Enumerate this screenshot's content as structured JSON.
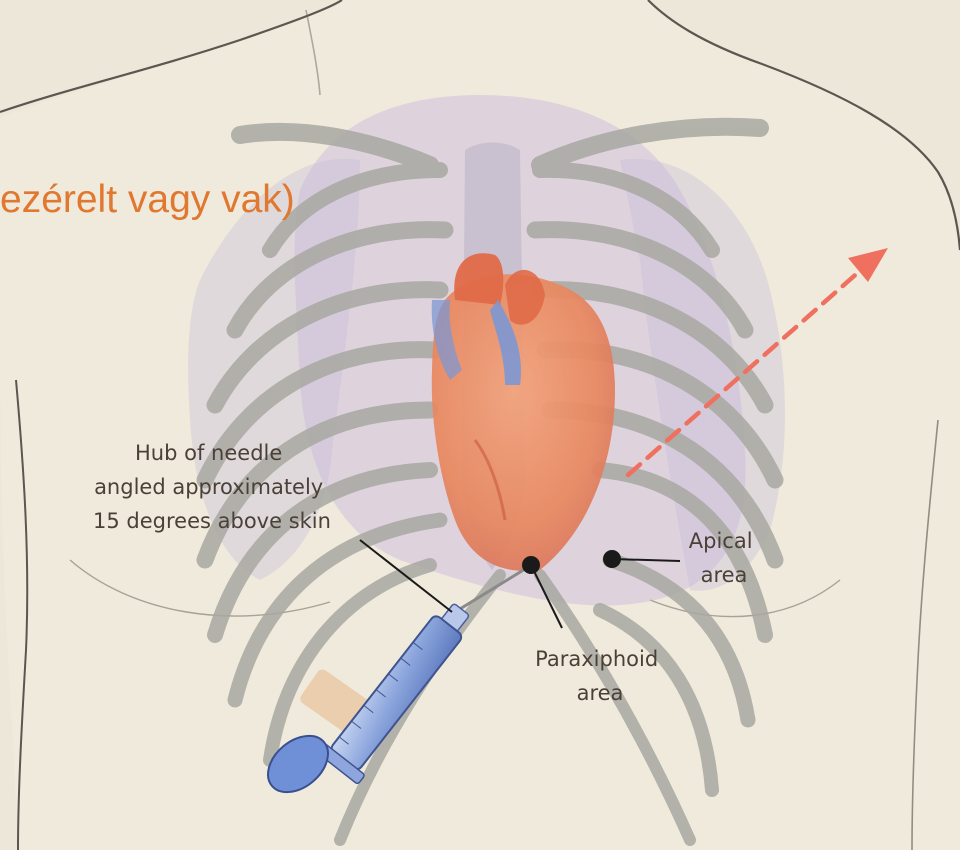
{
  "overlay_title": "ezérelt vagy vak)",
  "labels": {
    "hub": [
      "Hub of needle",
      "angled approximately",
      "15 degrees above skin"
    ],
    "apical": [
      "Apical",
      "area"
    ],
    "paraxiphoid": [
      "Paraxiphoid",
      "area"
    ]
  },
  "colors": {
    "background": "#ece7d8",
    "skin_outline": "#5c5650",
    "ribs": "#a8a8a2",
    "pericardium": "#c9b7dc",
    "heart": "#e8875e",
    "great_vessels": "#7d97d3",
    "needle_path": "#f07060",
    "syringe": "#7f9bd8",
    "overlay_text": "#e07830",
    "label_text": "#4a4037",
    "marker": "#1a1a1a"
  }
}
